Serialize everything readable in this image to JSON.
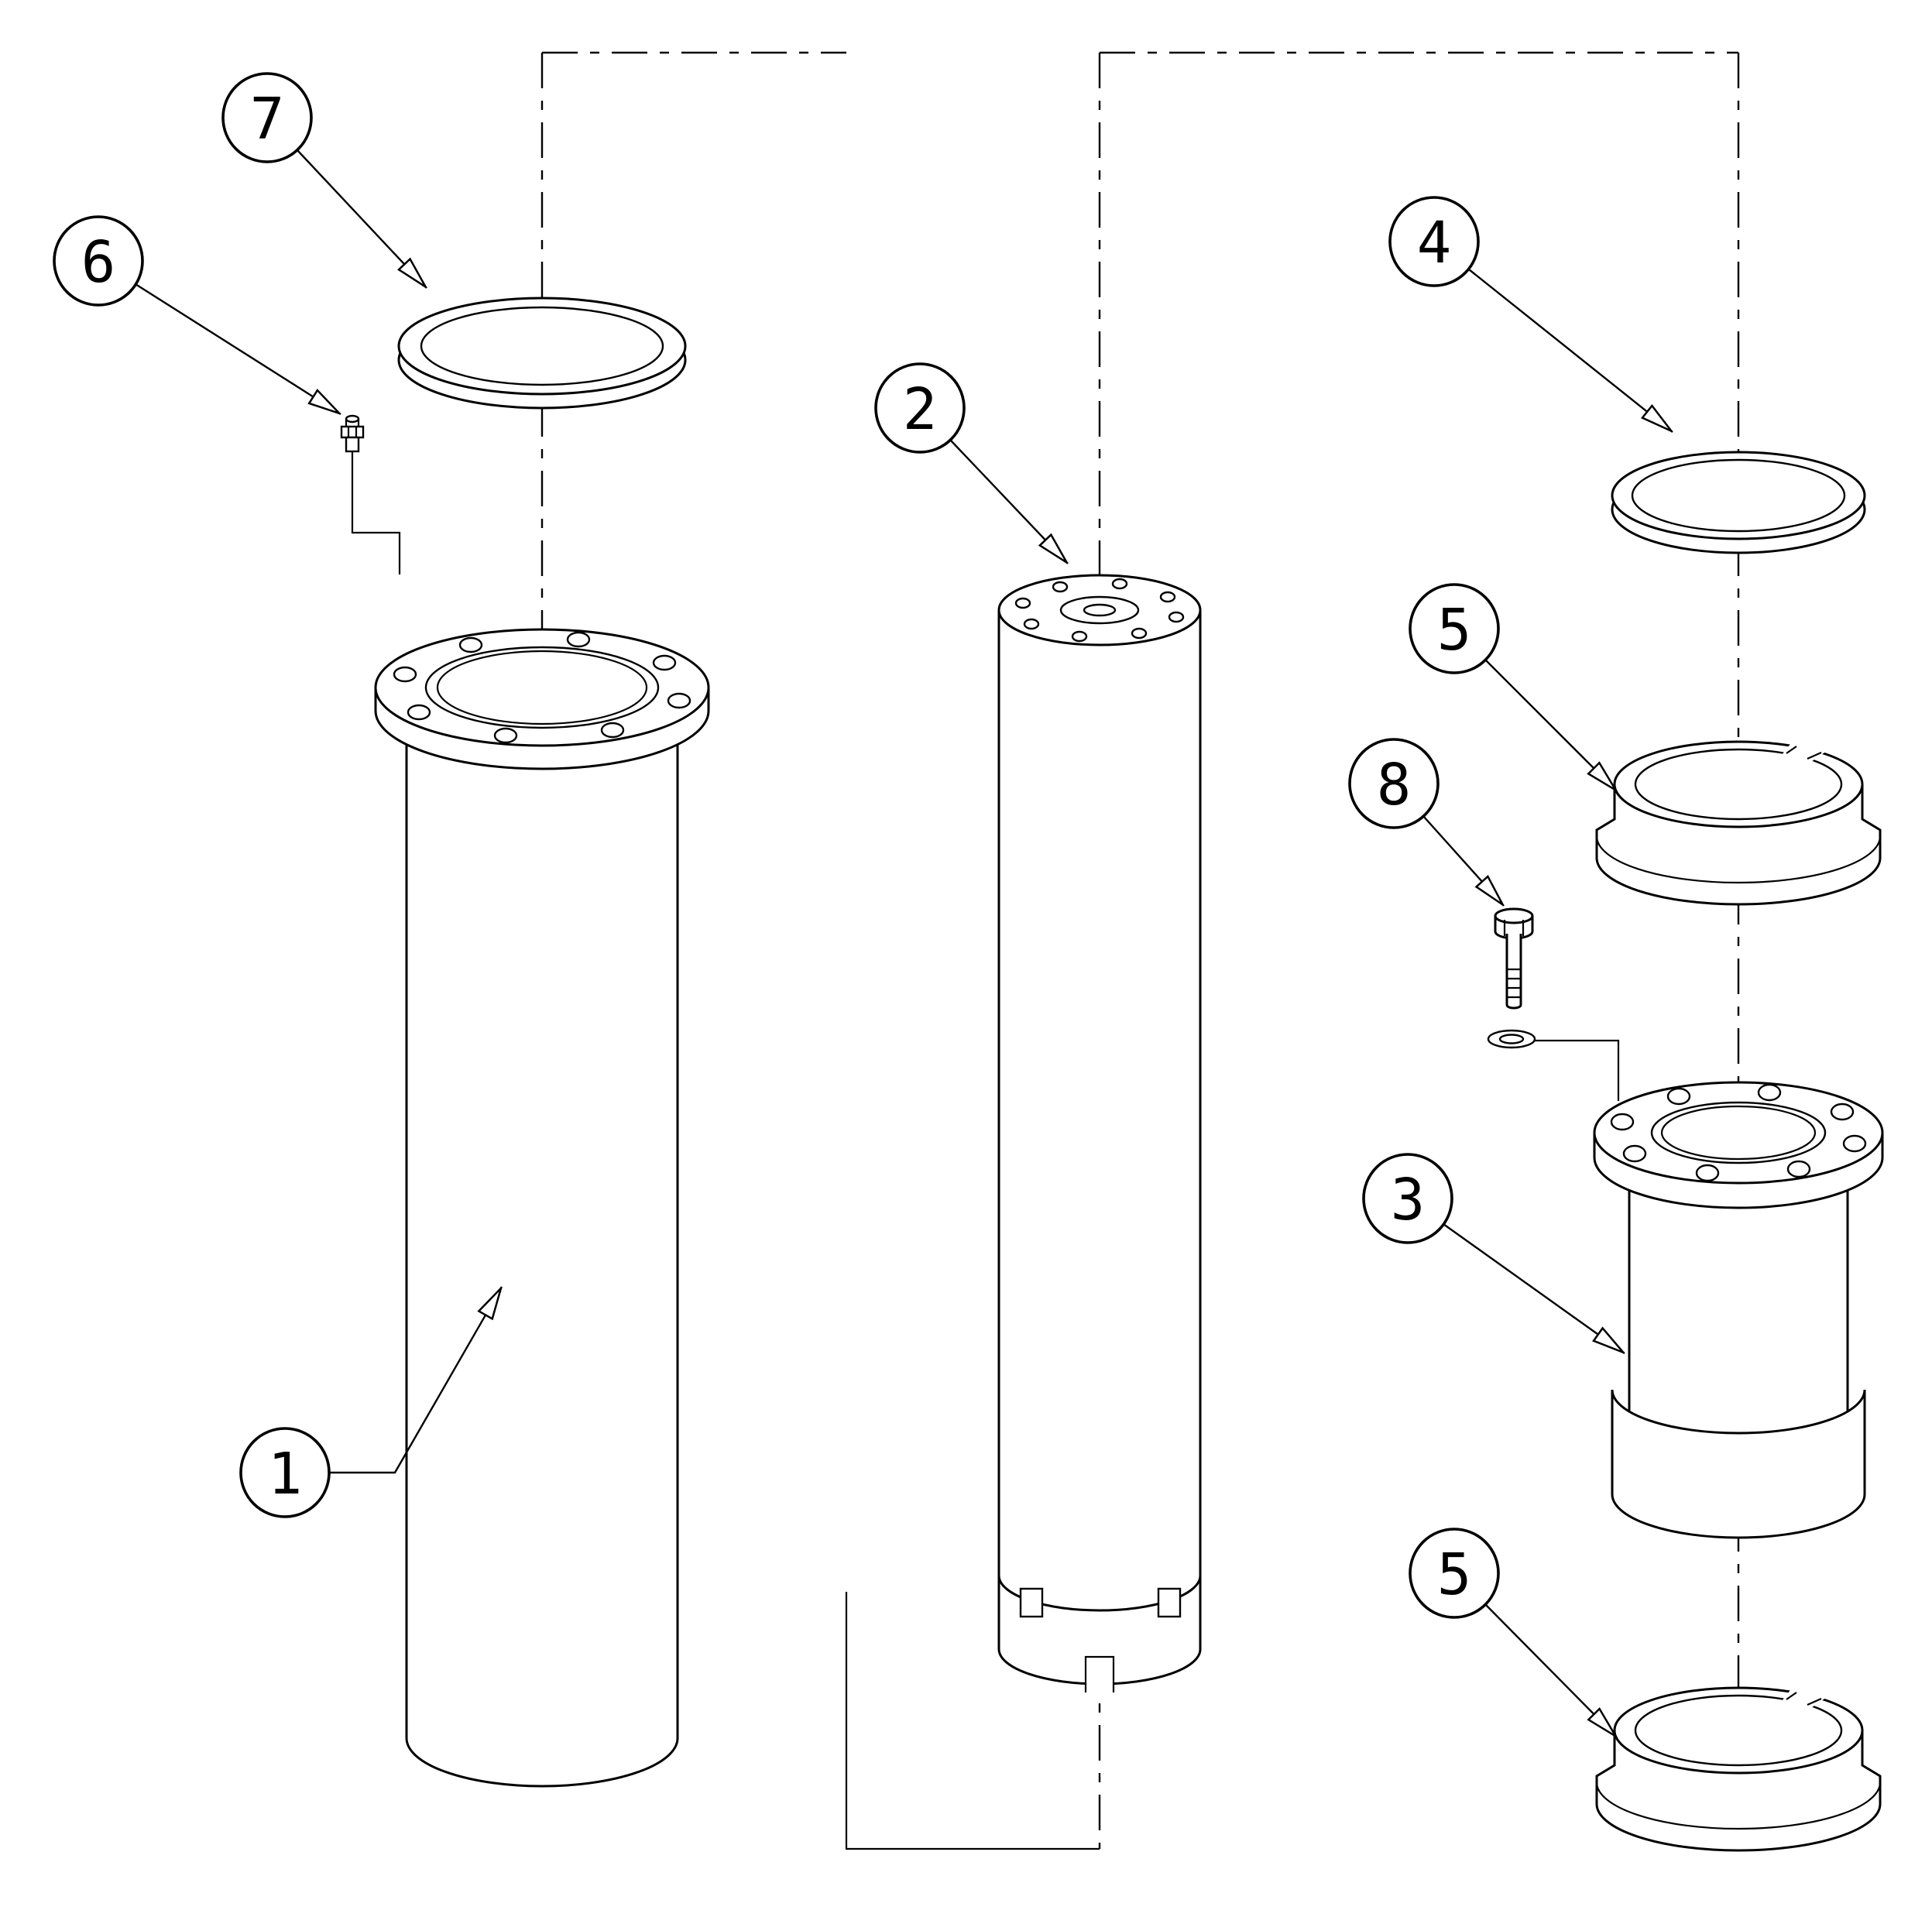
{
  "colors": {
    "paper": "#ffffff",
    "ink": "#000000"
  },
  "diagram": {
    "kind": "exploded-assembly-parts-drawing",
    "callouts": {
      "c1": {
        "label": "1"
      },
      "c2": {
        "label": "2"
      },
      "c3": {
        "label": "3"
      },
      "c4": {
        "label": "4"
      },
      "c5a": {
        "label": "5"
      },
      "c5b": {
        "label": "5"
      },
      "c6": {
        "label": "6"
      },
      "c7": {
        "label": "7"
      },
      "c8": {
        "label": "8"
      }
    }
  }
}
